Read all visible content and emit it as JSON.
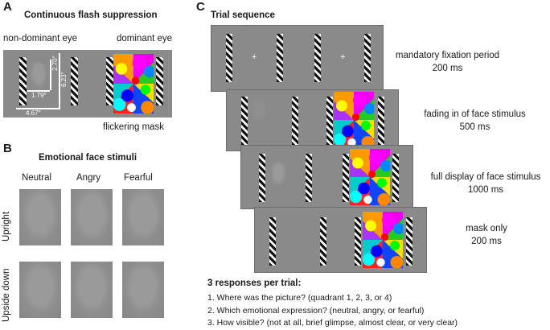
{
  "panel_a": {
    "letter": "A",
    "title": "Continuous flash suppression",
    "non_dominant": "non-dominant eye",
    "dominant": "dominant eye",
    "mask_label": "flickering mask",
    "dim_height": "2.70°",
    "dim_width": "1.79°",
    "dim_outer_height": "6.23°",
    "dim_outer_width": "4.67°"
  },
  "panel_b": {
    "letter": "B",
    "title": "Emotional face stimuli",
    "columns": [
      "Neutral",
      "Angry",
      "Fearful"
    ],
    "rows": [
      "Upright",
      "Upside down"
    ]
  },
  "panel_c": {
    "letter": "C",
    "title": "Trial sequence",
    "steps": [
      {
        "name": "mandatory fixation period",
        "duration": "200 ms"
      },
      {
        "name": "fading in of face stimulus",
        "duration": "500 ms"
      },
      {
        "name": "full display of face stimulus",
        "duration": "1000 ms"
      },
      {
        "name": "mask only",
        "duration": "200 ms"
      }
    ],
    "responses_title": "3 responses per trial:",
    "responses": [
      "1. Where was the picture? (quadrant 1, 2, 3, or 4)",
      "2. Which emotional expression? (neutral, angry, or fearful)",
      "3. How visible? (not at all, brief glimpse, almost clear, or very clear)"
    ]
  }
}
